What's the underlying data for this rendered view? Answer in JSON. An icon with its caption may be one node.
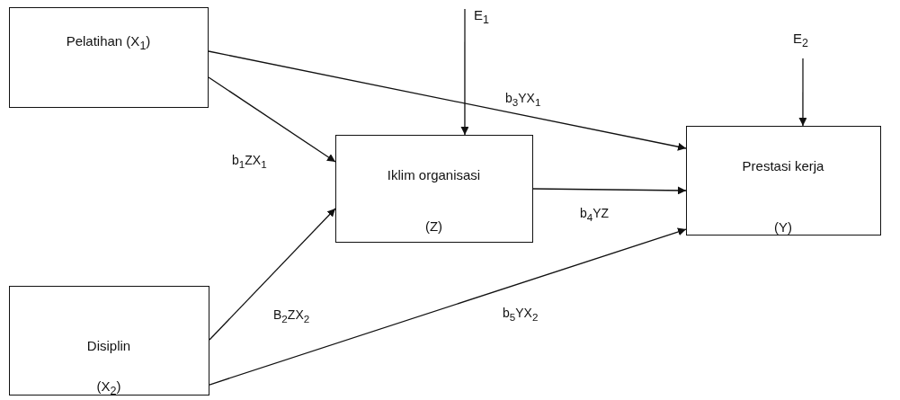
{
  "diagram": {
    "nodes": [
      {
        "text": [
          "Pelatihan (X$_{1}$)"
        ]
      },
      {
        "text": [
          "Disiplin",
          "(X$_{2}$)"
        ]
      },
      {
        "text": [
          "Iklim organisasi",
          "(Z)"
        ]
      },
      {
        "text": [
          "Prestasi kerja",
          "(Y)"
        ]
      },
      {
        "text": [
          "E$_{1}$"
        ]
      },
      {
        "text": [
          "E$_{2}$"
        ]
      }
    ],
    "edges": [
      {
        "from": 0,
        "to": 3,
        "arrow": "to",
        "label": "b$_{3}$YX$_{1}$"
      },
      {
        "from": 0,
        "to": 2,
        "arrow": "to",
        "label": "b$_{1}$ZX$_{1}$"
      },
      {
        "from": 4,
        "to": 2,
        "arrow": "to"
      },
      {
        "from": 5,
        "to": 3,
        "arrow": "to"
      },
      {
        "from": 2,
        "to": 3,
        "arrow": "to",
        "label": "b$_{4}$YZ"
      },
      {
        "from": 1,
        "to": 2,
        "arrow": "to",
        "label": "B$_{2}$ZX$_{2}$"
      },
      {
        "from": 1,
        "to": 3,
        "arrow": "to",
        "label": "b$_{5}$YX$_{2}$"
      }
    ]
  }
}
